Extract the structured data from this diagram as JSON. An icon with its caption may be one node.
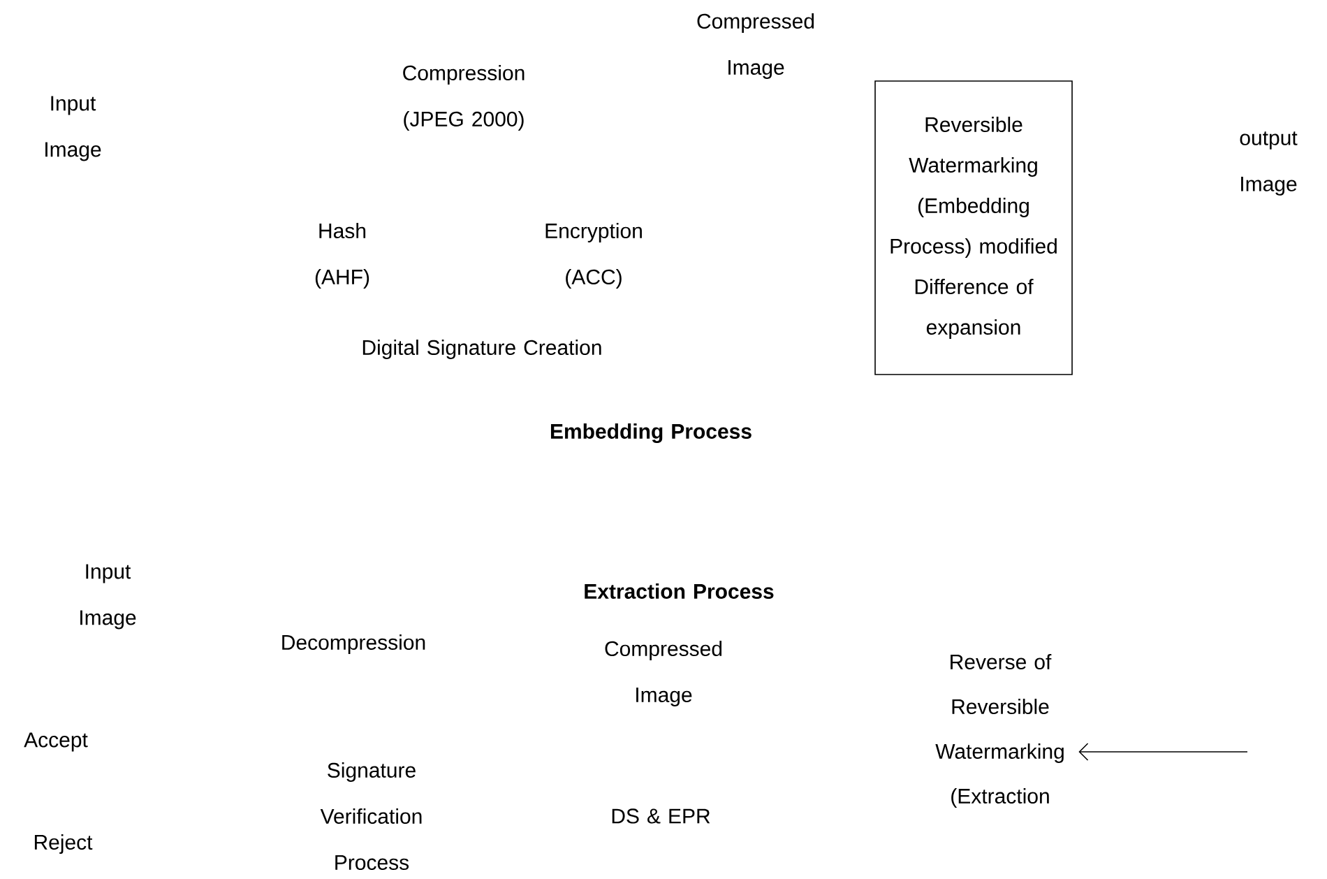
{
  "diagram": {
    "nodes": [
      {
        "text": [
          "Reversible Watermarking (Embedding Process) modified Difference of expansion"
        ]
      },
      {
        "text": [
          "Reverse of Reversible Watermarking (Extraction"
        ]
      }
    ],
    "edges": [
      {
        "from": null,
        "to": 1,
        "arrow": "to"
      }
    ],
    "labels": [
      "Compressed Image",
      "Input Image",
      "Compression (JPEG 2000)",
      "output Image",
      "Hash (AHF)",
      "Encryption (ACC)",
      "Digital Signature Creation",
      "Embedding Process",
      "Input Image",
      "Extraction Process",
      "Decompression",
      "Compressed Image",
      "Accept",
      "Signature Verification Process",
      "DS & EPR",
      "Reject"
    ]
  }
}
